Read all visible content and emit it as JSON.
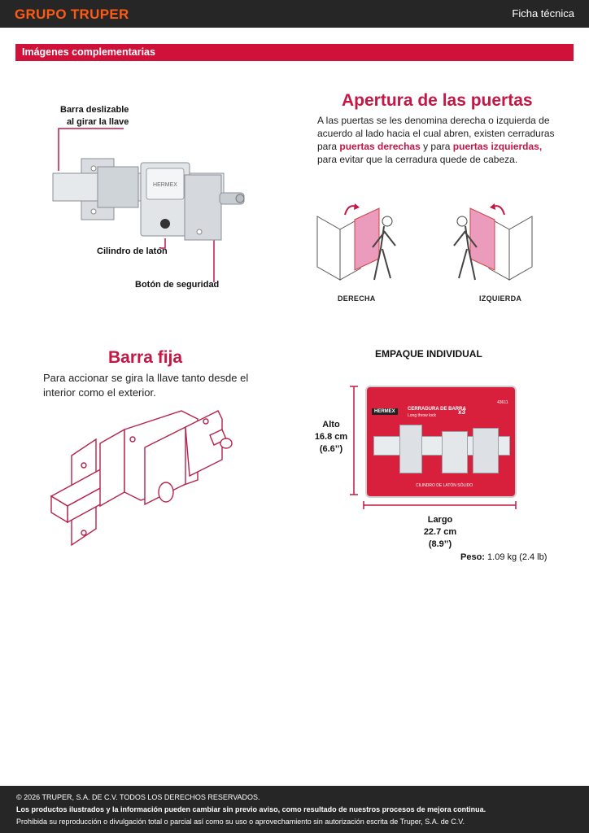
{
  "header": {
    "brand": "GRUPO TRUPER",
    "doc_type": "Ficha técnica"
  },
  "section": {
    "title": "Imágenes complementarias"
  },
  "lock_callouts": {
    "bar": [
      "Barra deslizable",
      "al girar la llave"
    ],
    "cylinder": "Cilindro de latón",
    "button": "Botón de seguridad",
    "brand_mark": "HERMEX"
  },
  "apertura": {
    "title": "Apertura de las puertas",
    "text_1": "A las puertas se les denomina derecha o izquierda de",
    "text_2": "acuerdo al lado hacia el cual abren, existen cerraduras",
    "text_3a": "para ",
    "text_3b": "puertas derechas",
    "text_3c": " y para ",
    "text_3d": "puertas izquierdas,",
    "text_4": "para evitar que la cerradura quede de cabeza.",
    "label_right": "DERECHA",
    "label_left": "IZQUIERDA"
  },
  "barra_fija": {
    "title": "Barra fija",
    "text_1": "Para accionar se gira la llave tanto desde el",
    "text_2": "interior como el exterior."
  },
  "empaque": {
    "title": "EMPAQUE INDIVIDUAL",
    "alto": [
      "Alto",
      "16.8 cm",
      "(6.6’’)"
    ],
    "largo": [
      "Largo",
      "22.7 cm",
      "(8.9’’)"
    ],
    "peso_label": "Peso:",
    "peso_value": " 1.09 kg (2.4 lb)",
    "package_brand": "HERMEX",
    "package_title": "CERRADURA DE BARRA",
    "package_subtitle": "Long throw lock",
    "package_code": "43611",
    "package_bottom": "CILINDRO DE LATÓN SÓLIDO",
    "package_qty": "x3"
  },
  "footer": {
    "line1": "© 2026 TRUPER, S.A. DE C.V. TODOS LOS DERECHOS RESERVADOS.",
    "line2": "Los productos ilustrados y la información pueden cambiar sin previo aviso, como resultado de nuestros procesos de mejora continua.",
    "line3": "Prohibida su reproducción o divulgación total o parcial así como su uso o aprovechamiento sin autorización escrita de Truper, S.A. de C.V."
  },
  "colors": {
    "accent": "#c41745",
    "brand_orange": "#ff5a14",
    "bar_red": "#d0123b",
    "dark": "#262626",
    "door_pink": "#e87aa0"
  }
}
